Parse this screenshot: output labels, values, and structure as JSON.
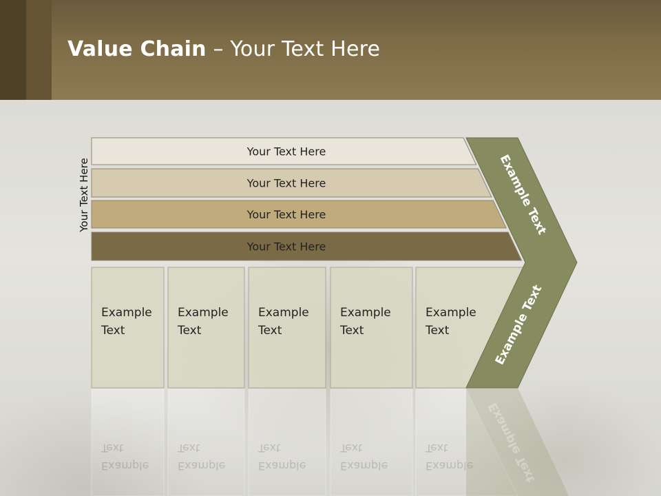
{
  "slide": {
    "title_bold": "Value Chain",
    "title_rest": " – Your Text Here",
    "side_label": "Your Text Here"
  },
  "bars": [
    {
      "label": "Your Text Here",
      "color": "#e9e5da"
    },
    {
      "label": "Your Text Here",
      "color": "#d6cbb0"
    },
    {
      "label": "Your Text Here",
      "color": "#bfab7c"
    },
    {
      "label": "Your Text Here",
      "color": "#7a6a45"
    }
  ],
  "boxes": [
    {
      "line1": "Example",
      "line2": "Text"
    },
    {
      "line1": "Example",
      "line2": "Text"
    },
    {
      "line1": "Example",
      "line2": "Text"
    },
    {
      "line1": "Example",
      "line2": "Text"
    },
    {
      "line1": "Example",
      "line2": "Text"
    }
  ],
  "chevron": {
    "top_label": "Example Text",
    "bottom_label": "Example Text",
    "color": "#878c60"
  },
  "colors": {
    "header": "#7f6d47",
    "box_fill": "#d8d8c3",
    "box_border": "#a8a89a"
  }
}
